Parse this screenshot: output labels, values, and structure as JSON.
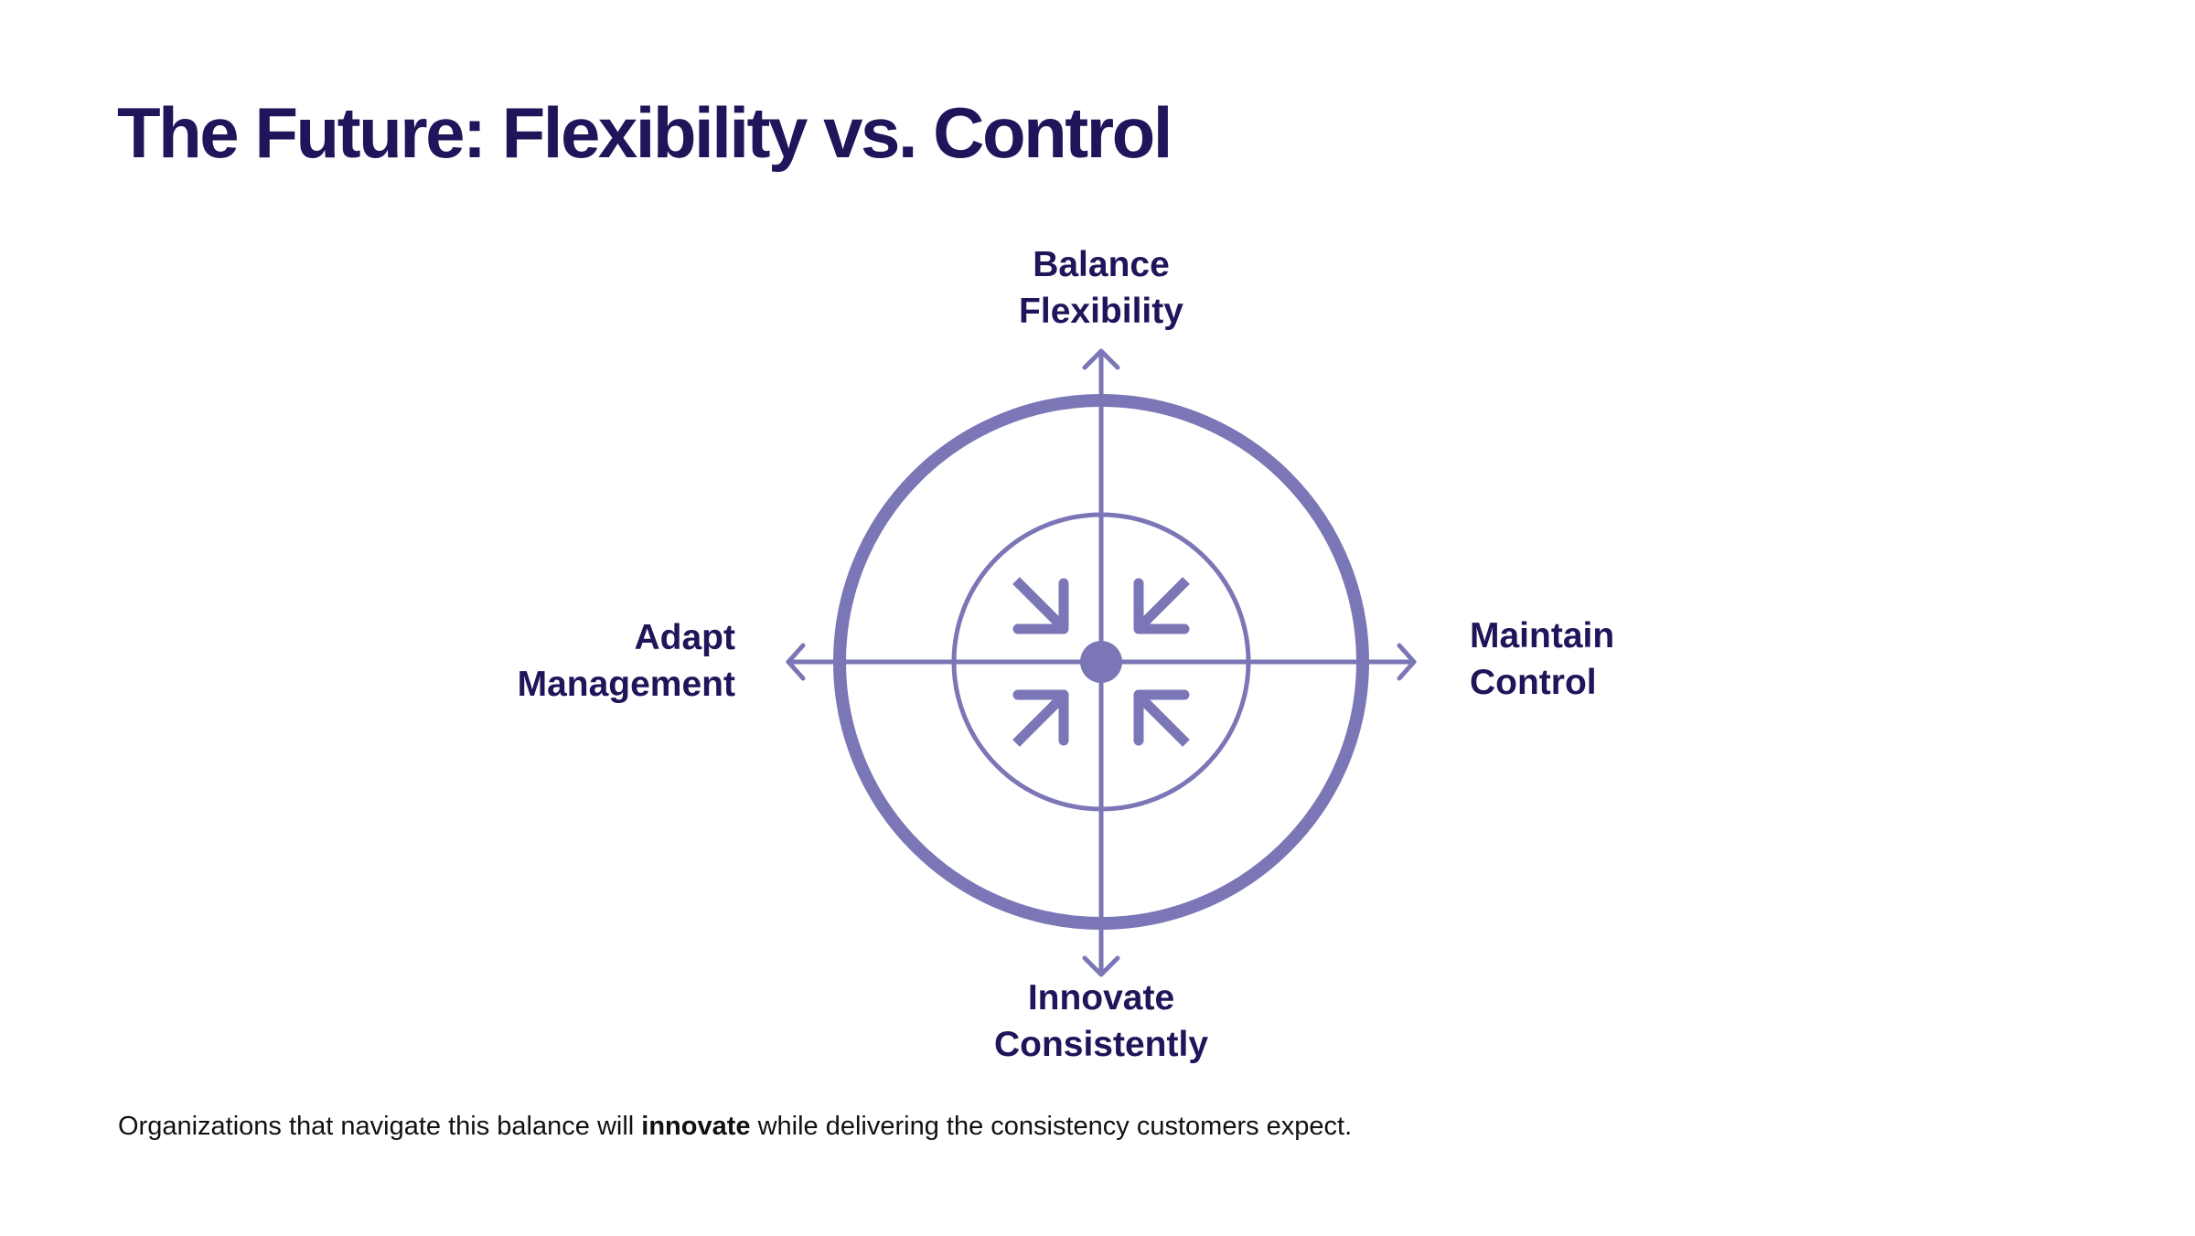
{
  "title": "The Future: Flexibility vs. Control",
  "labels": {
    "top": [
      "Balance",
      "Flexibility"
    ],
    "right": [
      "Maintain",
      "Control"
    ],
    "bottom": [
      "Innovate",
      "Consistently"
    ],
    "left": [
      "Adapt",
      "Management"
    ]
  },
  "footer": {
    "before": "Organizations that navigate this balance will ",
    "bold": "innovate",
    "after": " while delivering the consistency customers expect."
  },
  "colors": {
    "accent": "#7B76B6",
    "text": "#21145A"
  }
}
